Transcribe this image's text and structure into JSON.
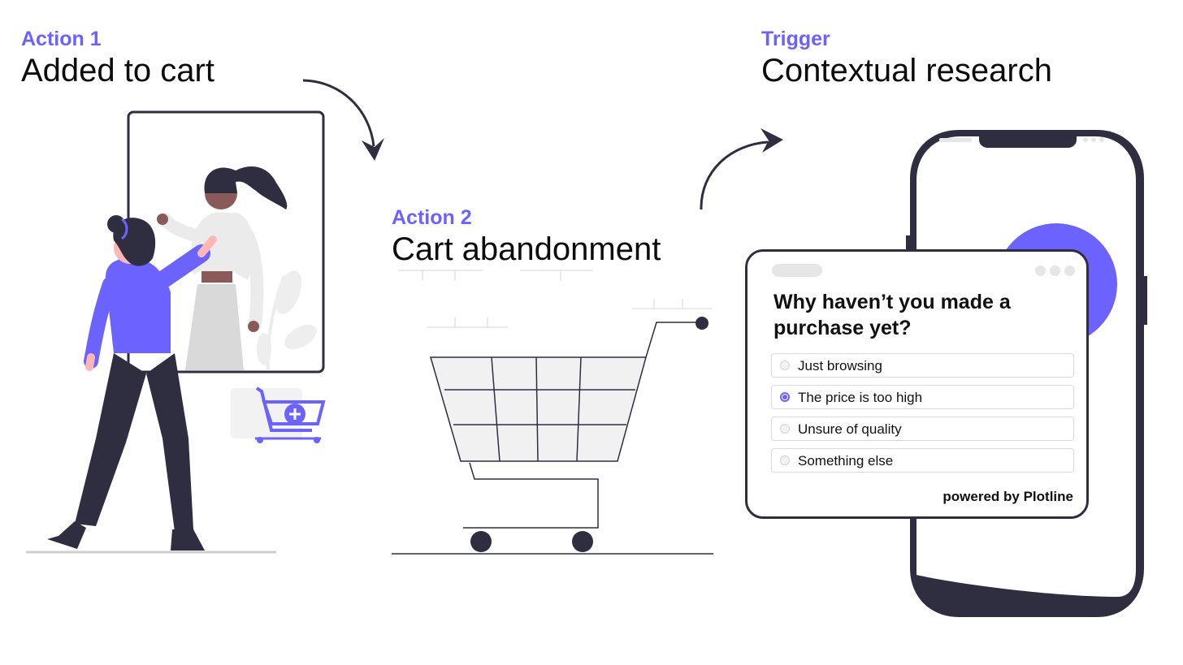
{
  "steps": [
    {
      "kicker": "Action 1",
      "heading": "Added to cart"
    },
    {
      "kicker": "Action 2",
      "heading": "Cart abandonment"
    },
    {
      "kicker": "Trigger",
      "heading": "Contextual research"
    }
  ],
  "survey": {
    "question": "Why haven’t you made a purchase yet?",
    "options": [
      {
        "label": "Just browsing",
        "selected": false
      },
      {
        "label": "The price is too high",
        "selected": true
      },
      {
        "label": "Unsure of quality",
        "selected": false
      },
      {
        "label": "Something else",
        "selected": false
      }
    ],
    "footer": "powered by Plotline"
  },
  "colors": {
    "accent": "#6c63ff",
    "dark": "#2f2e41",
    "light_gray": "#e6e6e6",
    "skin": "#ffb6b6"
  },
  "icons": [
    "arrow-curve-down-icon",
    "arrow-curve-up-icon",
    "shopping-cart-icon",
    "cart-add-icon",
    "smartphone-icon"
  ]
}
